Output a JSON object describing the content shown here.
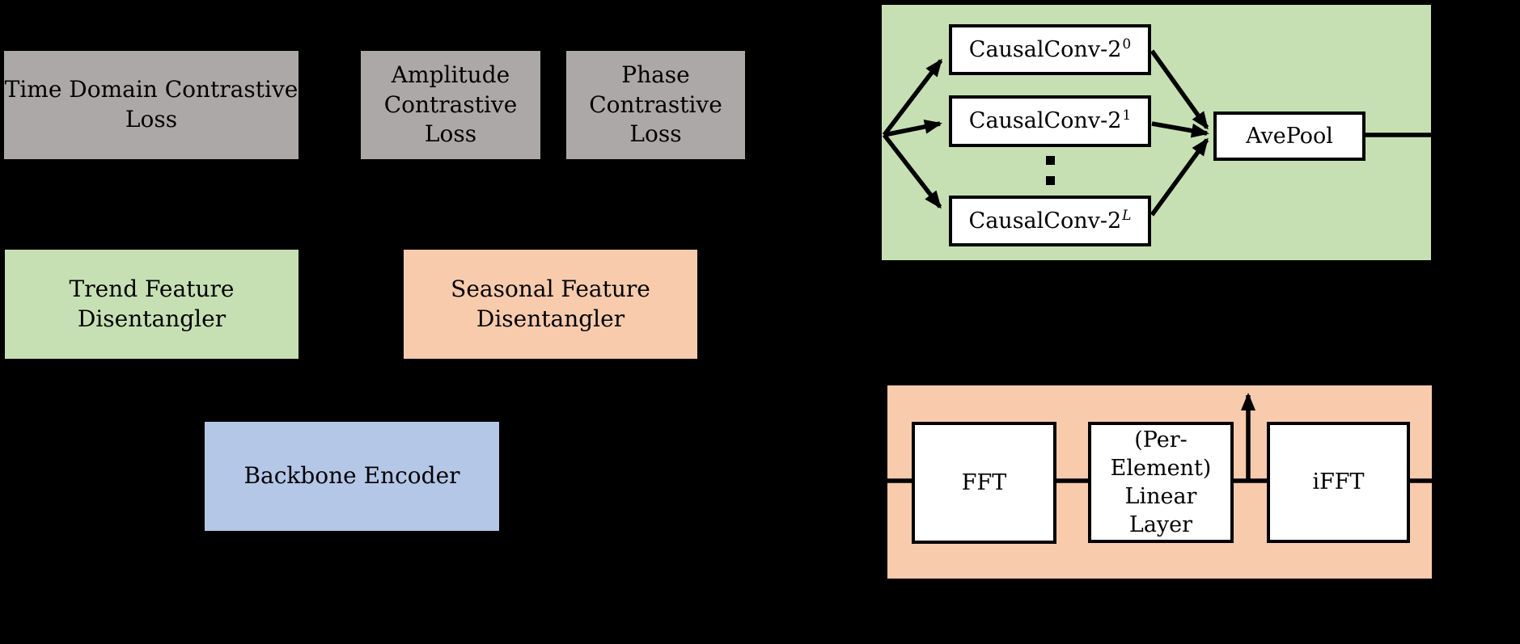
{
  "background": "#000000",
  "palette": {
    "gray_box": "#aca8a7",
    "green_box": "#c6e0b4",
    "orange_box": "#f8cbad",
    "blue_box": "#b4c7e7",
    "inner_box_fill": "#ffffff",
    "line_and_text": "#000000"
  },
  "loss_boxes": {
    "time_domain": "Time Domain Contrastive\nLoss",
    "amplitude": "Amplitude\nContrastive\nLoss",
    "phase": "Phase\nContrastive\nLoss"
  },
  "disentanglers": {
    "trend": "Trend Feature\nDisentangler",
    "seasonal": "Seasonal Feature\nDisentangler"
  },
  "backbone": "Backbone Encoder",
  "trend_panel": {
    "conv_boxes": [
      {
        "base": "CausalConv-2",
        "sup": "0"
      },
      {
        "base": "CausalConv-2",
        "sup": "1"
      },
      {
        "base": "CausalConv-2",
        "sup": "L"
      }
    ],
    "pool": "AvePool",
    "ellipsis_icon": "two stacked square dots"
  },
  "seasonal_panel": {
    "fft": "FFT",
    "linear": "(Per-\nElement)\nLinear\nLayer",
    "ifft": "iFFT"
  },
  "icons": {
    "arrow_style": "thick black straight arrows with triangular heads"
  }
}
